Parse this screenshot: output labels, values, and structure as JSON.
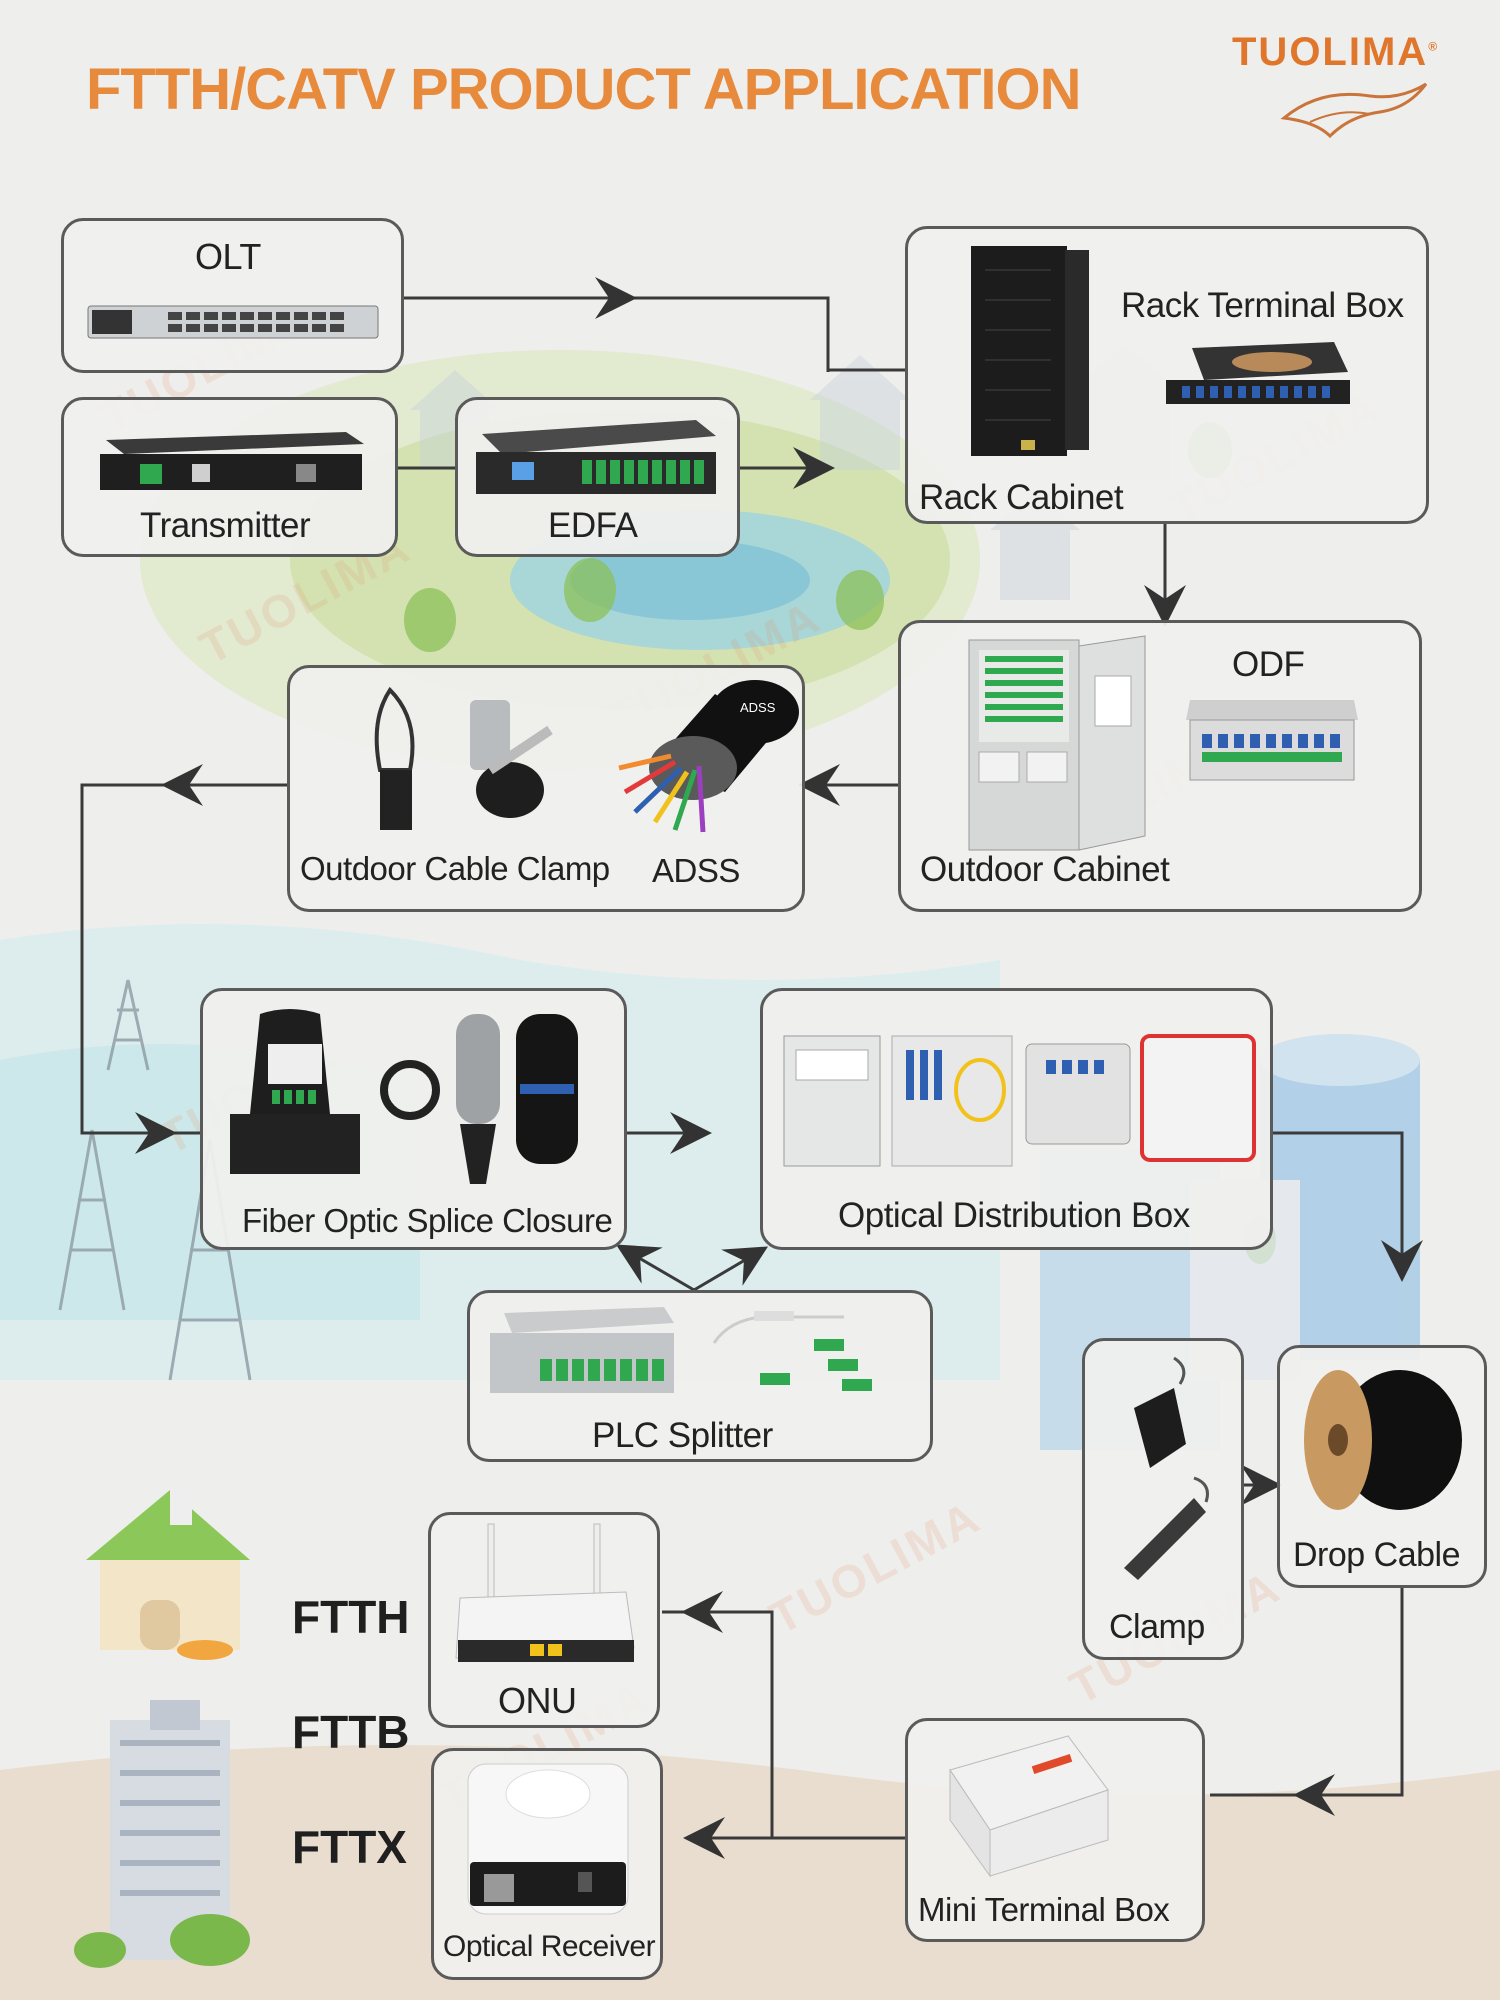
{
  "title": "FTTH/CATV PRODUCT APPLICATION",
  "brand": {
    "name": "TUOLIMA",
    "registered": "®"
  },
  "watermark": "TUOLIMA",
  "colors": {
    "title": "#e88a3c",
    "brand": "#e0762c",
    "box_border": "#5a5a5a",
    "connector": "#3a3a3a",
    "adapter_green": "#2fa84f",
    "adapter_blue": "#2e5fb0"
  },
  "products": {
    "olt": "OLT",
    "transmitter": "Transmitter",
    "edfa": "EDFA",
    "rack_terminal_box": "Rack Terminal Box",
    "rack_cabinet": "Rack Cabinet",
    "odf": "ODF",
    "outdoor_cabinet": "Outdoor Cabinet",
    "outdoor_cable_clamp": "Outdoor Cable Clamp",
    "adss": "ADSS",
    "adss_jacket_print": "ADSS",
    "fiber_optic_splice_closure": "Fiber Optic Splice Closure",
    "optical_distribution_box": "Optical Distribution Box",
    "plc_splitter": "PLC Splitter",
    "clamp": "Clamp",
    "drop_cable": "Drop Cable",
    "onu": "ONU",
    "optical_receiver": "Optical Receiver",
    "mini_terminal_box": "Mini Terminal Box"
  },
  "access_types": [
    "FTTH",
    "FTTB",
    "FTTX"
  ]
}
